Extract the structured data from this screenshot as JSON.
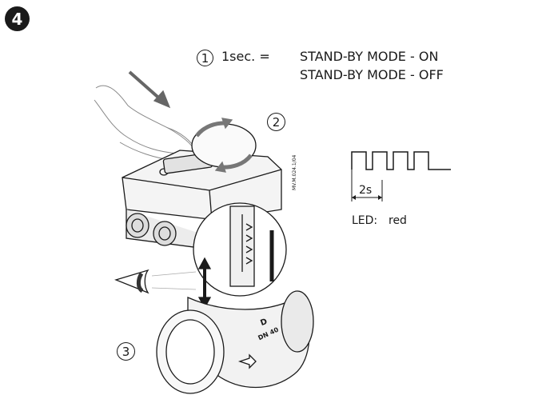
{
  "step_number": "4",
  "instruction": {
    "marker": "1",
    "duration": "1sec. =",
    "modes": [
      "STAND-BY MODE - ON",
      "STAND-BY MODE - OFF"
    ]
  },
  "callouts": {
    "rotate": "2",
    "inspect": "3"
  },
  "led": {
    "period_label": "2s",
    "label": "LED:",
    "color_text": "red"
  },
  "drawing_code": "MV.M.024.1/04",
  "valve_markings": {
    "letter": "D",
    "size_text": "DN 40"
  }
}
